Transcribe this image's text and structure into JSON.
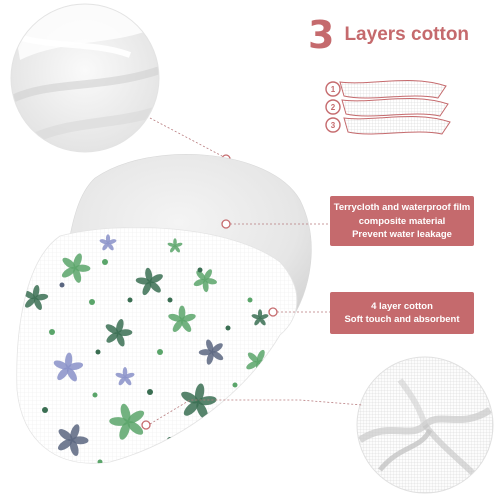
{
  "title": {
    "number": "3",
    "text": "Layers cotton"
  },
  "layers": [
    "1",
    "2",
    "3"
  ],
  "callout_top": {
    "line1": "Terrycloth and waterproof film",
    "line2": "composite material",
    "line3": "Prevent water leakage"
  },
  "callout_bottom": {
    "line1": "4 layer cotton",
    "line2": "Soft touch and absorbent"
  },
  "colors": {
    "accent": "#c56a6d",
    "leaf_green": "#5aa56a",
    "leaf_dark": "#3a6e52",
    "leaf_purple": "#8890c8",
    "leaf_slate": "#5a6680"
  }
}
